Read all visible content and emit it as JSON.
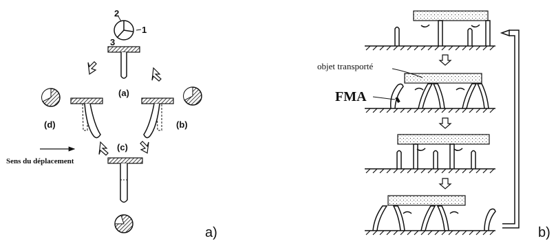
{
  "panel_a": {
    "cycle_numbers": [
      "1",
      "2",
      "3"
    ],
    "step_labels": {
      "a": "(a)",
      "b": "(b)",
      "c": "(c)",
      "d": "(d)"
    },
    "direction_label": "Sens du déplacement",
    "caption": "a)"
  },
  "panel_b": {
    "object_label": "objet transporté",
    "actuator_label": "FMA",
    "caption": "b)"
  }
}
